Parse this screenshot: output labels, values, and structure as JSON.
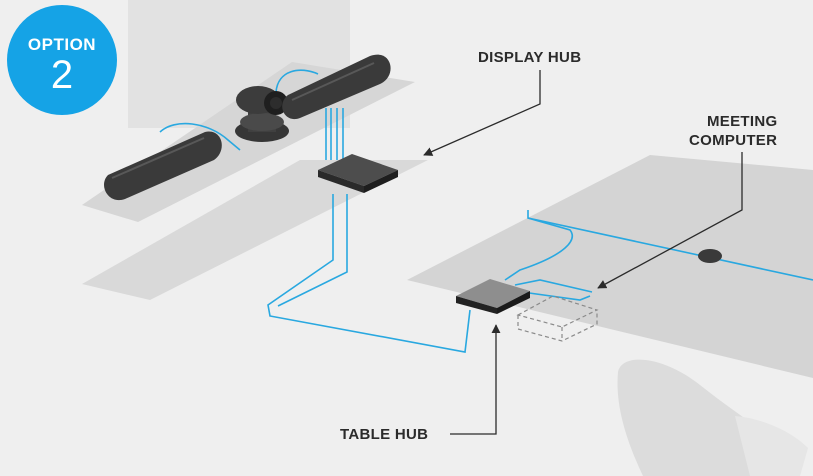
{
  "badge": {
    "label": "OPTION",
    "number": "2"
  },
  "labels": {
    "display_hub": "DISPLAY HUB",
    "meeting_computer_line1": "MEETING",
    "meeting_computer_line2": "COMPUTER",
    "table_hub": "TABLE HUB"
  },
  "colors": {
    "cable": "#29a8e0",
    "badge": "#15a3e6",
    "device_dark": "#3a3a3a",
    "surface": "#d4d4d4",
    "background": "#efefef"
  }
}
